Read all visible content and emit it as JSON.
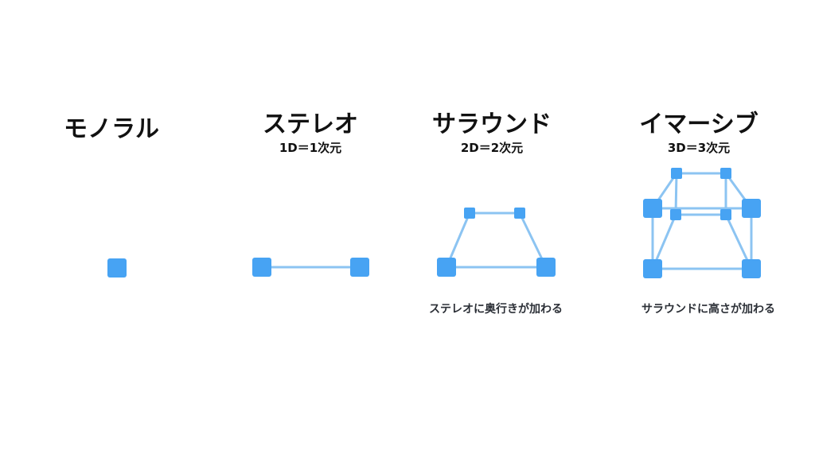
{
  "colors": {
    "node": "#47a3f3",
    "edge": "#8cc4f2"
  },
  "panels": {
    "mono": {
      "title": "モノラル"
    },
    "stereo": {
      "title": "ステレオ",
      "subtitle": "1D＝1次元"
    },
    "surround": {
      "title": "サラウンド",
      "subtitle": "2D＝2次元",
      "caption": "ステレオに奥行きが加わる"
    },
    "immersive": {
      "title": "イマーシブ",
      "subtitle": "3D＝3次元",
      "caption": "サラウンドに高さが加わる"
    }
  }
}
